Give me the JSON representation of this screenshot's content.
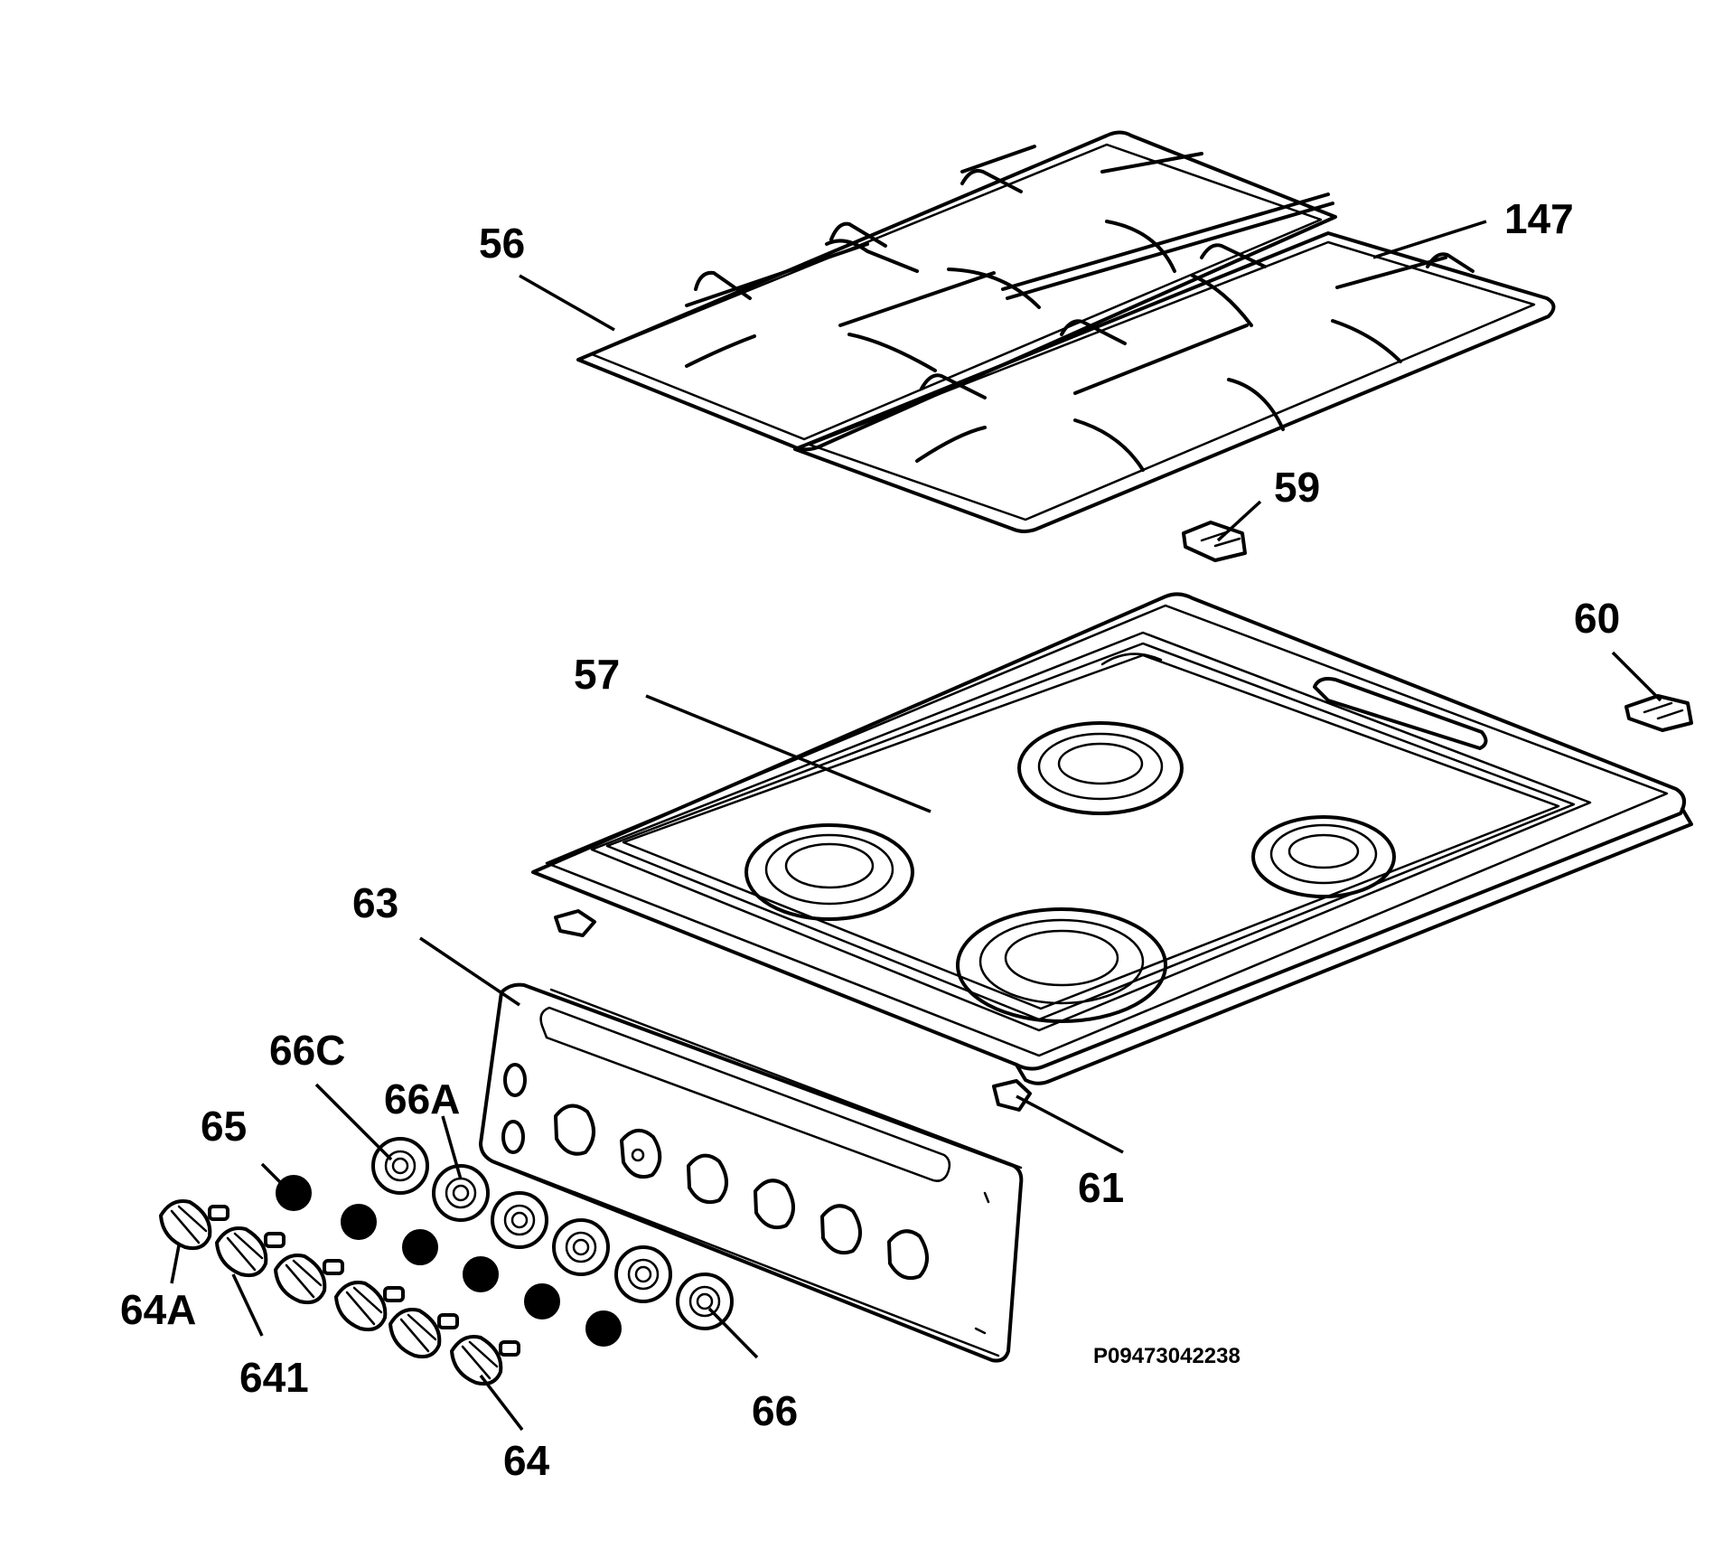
{
  "drawing_code": "P09473042238",
  "callouts": {
    "pan_support": "56",
    "pan_support_alt": "147",
    "hob_top": "57",
    "clip_59": "59",
    "clip_60": "60",
    "clip_61": "61",
    "control_panel": "63",
    "knob_64": "64",
    "knob_64a": "64A",
    "knob_641": "641",
    "knob_insert": "65",
    "bezel_66": "66",
    "bezel_66a": "66A",
    "bezel_66c": "66C"
  },
  "colors": {
    "line": "#000000",
    "background": "#ffffff"
  }
}
